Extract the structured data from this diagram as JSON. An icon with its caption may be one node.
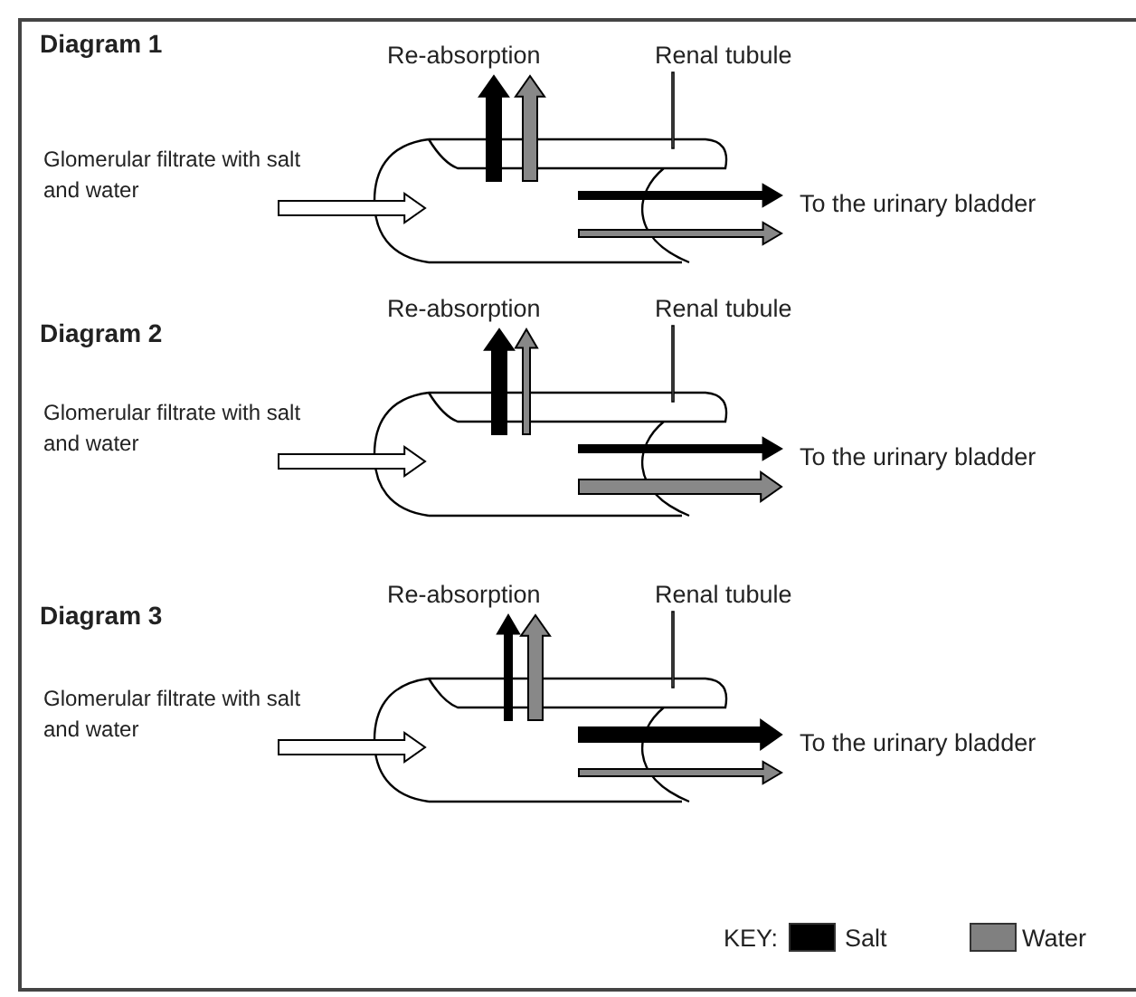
{
  "diagram": {
    "nodes": [
      {
        "text": [
          "Glomerular filtrate with salt and water"
        ]
      },
      {
        "text": [],
        "shape": "cylinder"
      },
      {
        "text": [
          "Re-absorption"
        ]
      },
      {
        "text": [
          "Renal tubule"
        ]
      },
      {
        "text": [
          "To the urinary bladder"
        ]
      },
      {
        "text": [
          "Glomerular filtrate with salt and water"
        ]
      },
      {
        "text": [],
        "shape": "cylinder"
      },
      {
        "text": [
          "Re-absorption"
        ]
      },
      {
        "text": [
          "Renal tubule"
        ]
      },
      {
        "text": [
          "To the urinary bladder"
        ]
      },
      {
        "text": [
          "Glomerular filtrate with salt and water"
        ]
      },
      {
        "text": [],
        "shape": "cylinder"
      },
      {
        "text": [
          "Re-absorption"
        ]
      },
      {
        "text": [
          "Renal tubule"
        ]
      },
      {
        "text": [
          "To the urinary bladder"
        ]
      }
    ],
    "edges": [
      {
        "from": 0,
        "to": 1,
        "arrow": "to",
        "style": "thick"
      },
      {
        "from": 1,
        "to": 2,
        "arrow": "to",
        "style": "thick",
        "color": "#000000"
      },
      {
        "from": 1,
        "to": 2,
        "arrow": "to",
        "style": "thick",
        "color": "#888888"
      },
      {
        "from": 3,
        "to": 1,
        "arrow": "none"
      },
      {
        "from": 1,
        "to": 4,
        "arrow": "to",
        "color": "#000000"
      },
      {
        "from": 1,
        "to": 4,
        "arrow": "to",
        "color": "#888888"
      },
      {
        "from": 5,
        "to": 6,
        "arrow": "to",
        "style": "thick"
      },
      {
        "from": 6,
        "to": 7,
        "arrow": "to",
        "style": "thick",
        "color": "#000000"
      },
      {
        "from": 6,
        "to": 7,
        "arrow": "to",
        "color": "#888888"
      },
      {
        "from": 8,
        "to": 6,
        "arrow": "none"
      },
      {
        "from": 6,
        "to": 9,
        "arrow": "to",
        "color": "#000000"
      },
      {
        "from": 6,
        "to": 9,
        "arrow": "to",
        "style": "thick",
        "color": "#888888"
      },
      {
        "from": 10,
        "to": 11,
        "arrow": "to",
        "style": "thick"
      },
      {
        "from": 11,
        "to": 12,
        "arrow": "to",
        "color": "#000000"
      },
      {
        "from": 11,
        "to": 12,
        "arrow": "to",
        "style": "thick",
        "color": "#888888"
      },
      {
        "from": 13,
        "to": 11,
        "arrow": "none"
      },
      {
        "from": 11,
        "to": 14,
        "arrow": "to",
        "style": "thick",
        "color": "#000000"
      },
      {
        "from": 11,
        "to": 14,
        "arrow": "to",
        "color": "#888888"
      }
    ],
    "labels": [
      "Diagram 1",
      "Diagram 2",
      "Diagram 3",
      "KEY:"
    ],
    "legend": [
      {
        "text": "Salt",
        "color": "#000000"
      },
      {
        "text": "Water",
        "color": "#808080"
      }
    ]
  }
}
